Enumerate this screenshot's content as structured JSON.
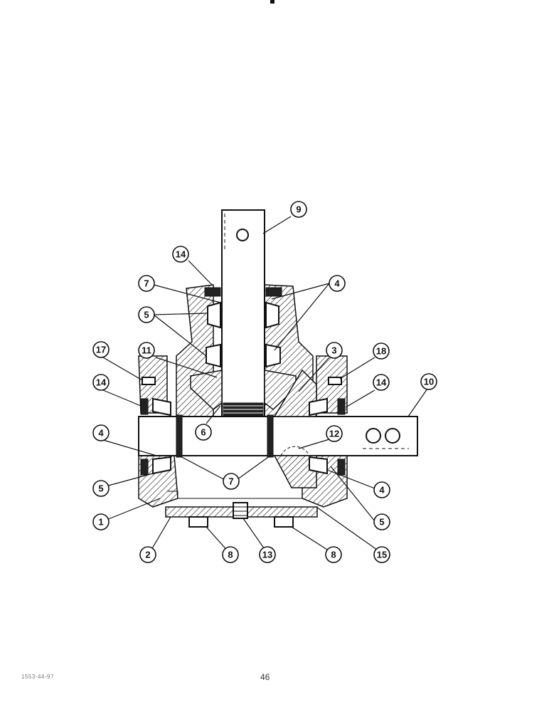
{
  "diagram": {
    "callouts": [
      {
        "label": "9"
      },
      {
        "label": "14"
      },
      {
        "label": "7"
      },
      {
        "label": "4"
      },
      {
        "label": "5"
      },
      {
        "label": "17"
      },
      {
        "label": "11"
      },
      {
        "label": "3"
      },
      {
        "label": "18"
      },
      {
        "label": "14"
      },
      {
        "label": "14"
      },
      {
        "label": "10"
      },
      {
        "label": "4"
      },
      {
        "label": "6"
      },
      {
        "label": "12"
      },
      {
        "label": "5"
      },
      {
        "label": "7"
      },
      {
        "label": "4"
      },
      {
        "label": "1"
      },
      {
        "label": "5"
      },
      {
        "label": "2"
      },
      {
        "label": "8"
      },
      {
        "label": "13"
      },
      {
        "label": "8"
      },
      {
        "label": "15"
      }
    ]
  },
  "footer": {
    "code": "1553-44-97",
    "page_number": "46"
  }
}
